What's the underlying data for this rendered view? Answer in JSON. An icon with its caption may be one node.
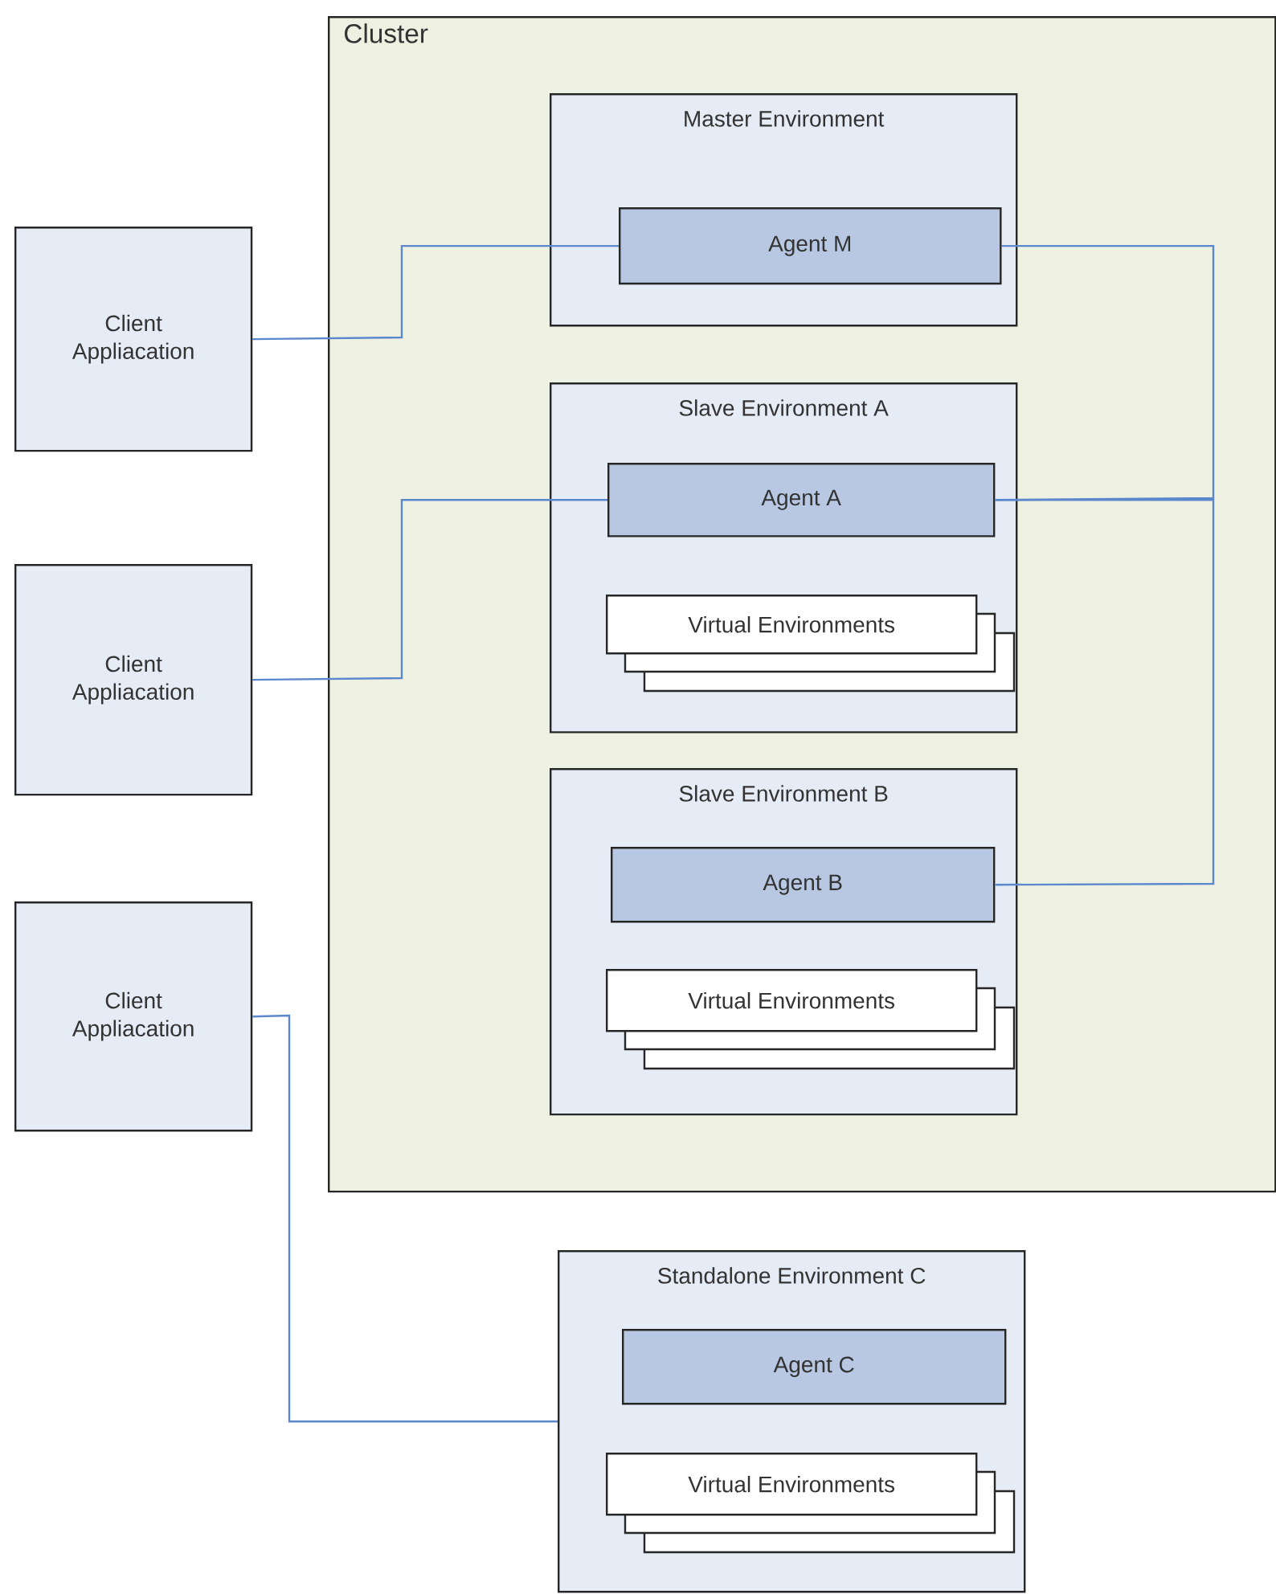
{
  "diagram": {
    "nodes": [
      {
        "text": [
          "Cluster"
        ]
      },
      {
        "text": [
          "Master Environment"
        ],
        "in": 0
      },
      {
        "text": [
          "Agent M"
        ],
        "in": 1
      },
      {
        "text": [
          "Slave Environment A"
        ],
        "in": 0
      },
      {
        "text": [
          "Agent A"
        ],
        "in": 3
      },
      {
        "text": [
          "Virtual Environments"
        ],
        "in": 3
      },
      {
        "text": [
          "Slave Environment B"
        ],
        "in": 0
      },
      {
        "text": [
          "Agent B"
        ],
        "in": 6
      },
      {
        "text": [
          "Virtual Environments"
        ],
        "in": 6
      },
      {
        "text": [
          "Client Appliacation"
        ]
      },
      {
        "text": [
          "Client Appliacation"
        ]
      },
      {
        "text": [
          "Client Appliacation"
        ]
      },
      {
        "text": [
          "Standalone Environment C"
        ]
      },
      {
        "text": [
          "Agent C"
        ],
        "in": 12
      },
      {
        "text": [
          "Virtual Environments"
        ],
        "in": 12
      }
    ],
    "edges": [
      {
        "from": 9,
        "to": 2,
        "arrow": "none"
      },
      {
        "from": 10,
        "to": 4,
        "arrow": "none"
      },
      {
        "from": 11,
        "to": 12,
        "arrow": "none"
      },
      {
        "from": 2,
        "to": 4,
        "arrow": "none"
      },
      {
        "from": 4,
        "to": 7,
        "arrow": "none"
      }
    ]
  }
}
